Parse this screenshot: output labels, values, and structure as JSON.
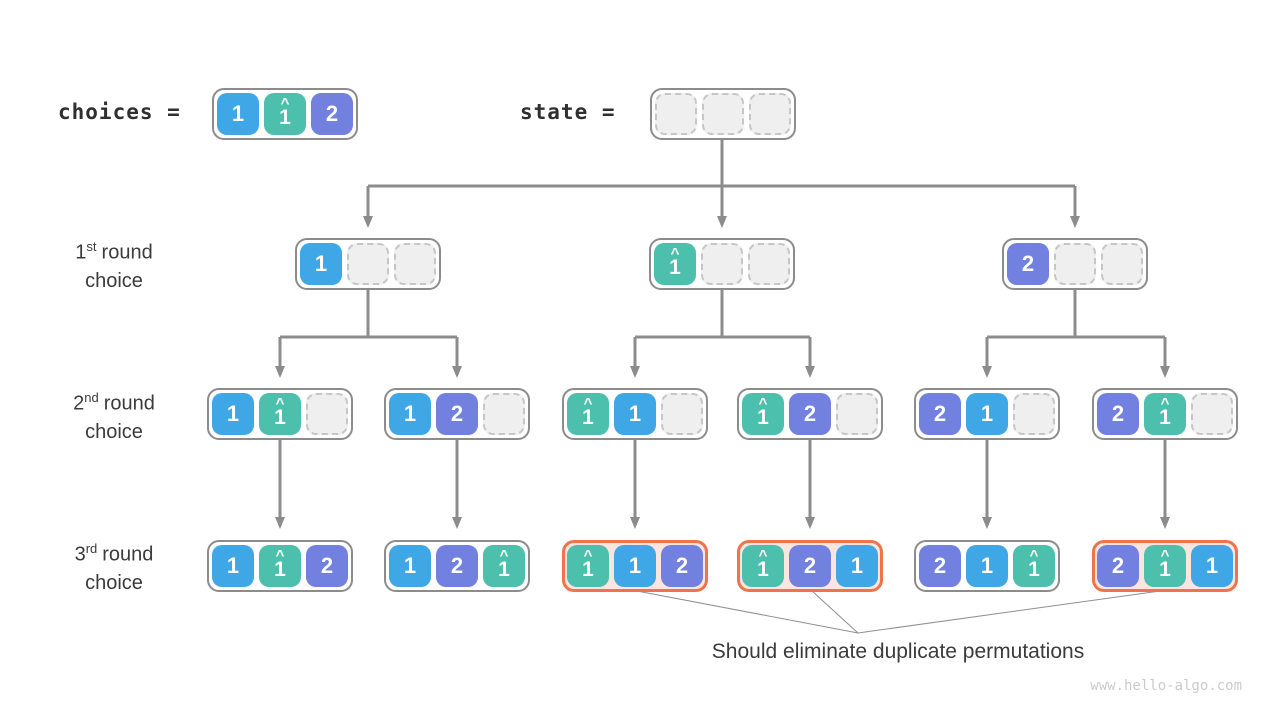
{
  "colors": {
    "cell_blue": "#3FA7E5",
    "cell_teal": "#4DBFAD",
    "cell_purple": "#7280DF",
    "node_border": "#8C8C8C",
    "duplicate_border": "#F0734C",
    "duplicate_fill": "#FBE5DF",
    "empty_cell_fill": "#EFEFEF",
    "empty_cell_border": "#C6C6C6",
    "connector_gray": "#8C8C8C",
    "text_dark": "#3B3B3B",
    "watermark_gray": "#CBCBCB"
  },
  "header": {
    "choices_label": "choices =",
    "state_label": "state ="
  },
  "cells": {
    "one": "1",
    "two": "2",
    "onehat": "1"
  },
  "glyphs": {
    "hat": "^"
  },
  "row_labels": [
    {
      "num": "1",
      "sup": "st",
      "word": "round",
      "line2": "choice"
    },
    {
      "num": "2",
      "sup": "nd",
      "word": "round",
      "line2": "choice"
    },
    {
      "num": "3",
      "sup": "rd",
      "word": "round",
      "line2": "choice"
    }
  ],
  "tree": {
    "choices": [
      "one",
      "onehat",
      "two"
    ],
    "state": [
      "empty",
      "empty",
      "empty"
    ],
    "round1": [
      [
        "one",
        "empty",
        "empty"
      ],
      [
        "onehat",
        "empty",
        "empty"
      ],
      [
        "two",
        "empty",
        "empty"
      ]
    ],
    "round2": [
      [
        "one",
        "onehat",
        "empty"
      ],
      [
        "one",
        "two",
        "empty"
      ],
      [
        "onehat",
        "one",
        "empty"
      ],
      [
        "onehat",
        "two",
        "empty"
      ],
      [
        "two",
        "one",
        "empty"
      ],
      [
        "two",
        "onehat",
        "empty"
      ]
    ],
    "round3": [
      {
        "cells": [
          "one",
          "onehat",
          "two"
        ],
        "duplicate": false
      },
      {
        "cells": [
          "one",
          "two",
          "onehat"
        ],
        "duplicate": false
      },
      {
        "cells": [
          "onehat",
          "one",
          "two"
        ],
        "duplicate": true
      },
      {
        "cells": [
          "onehat",
          "two",
          "one"
        ],
        "duplicate": true
      },
      {
        "cells": [
          "two",
          "one",
          "onehat"
        ],
        "duplicate": false
      },
      {
        "cells": [
          "two",
          "onehat",
          "one"
        ],
        "duplicate": true
      }
    ]
  },
  "annotation": {
    "text": "Should eliminate duplicate permutations"
  },
  "watermark": {
    "text": "www.hello-algo.com"
  }
}
